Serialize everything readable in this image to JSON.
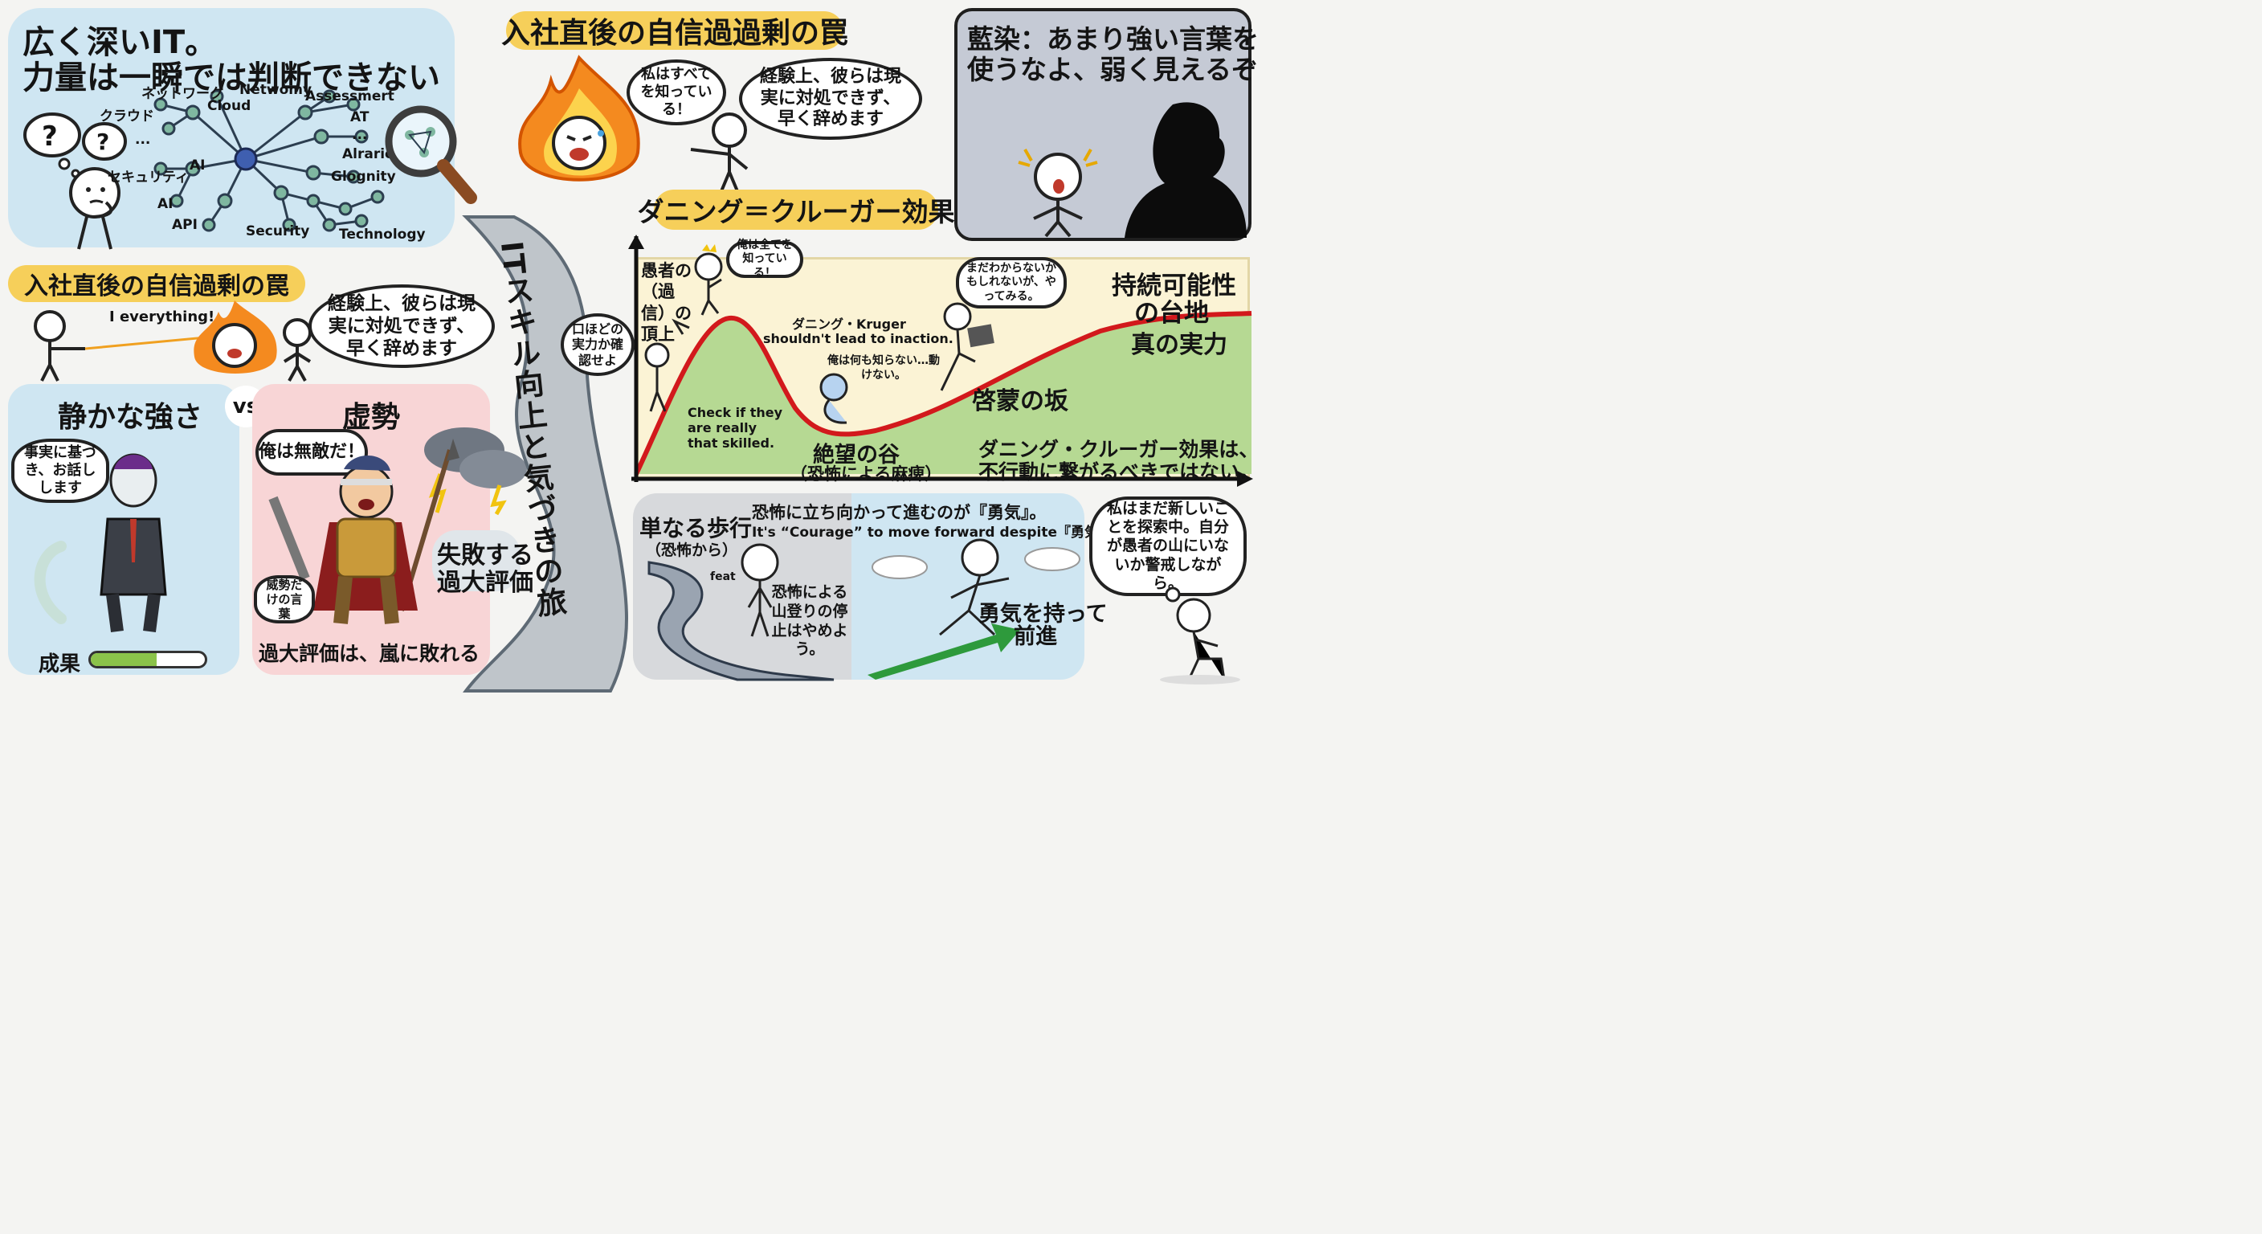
{
  "panel_it": {
    "title_line1": "広く深いIT。",
    "title_line2": "力量は一瞬では判断できない",
    "q1": "?",
    "q2": "?",
    "network_labels": [
      {
        "id": "net-network",
        "text": "ネットワーク"
      },
      {
        "id": "net-netwomy",
        "text": "Netwomy"
      },
      {
        "id": "net-assessmert",
        "text": "Assessmert"
      },
      {
        "id": "net-cloud-jp",
        "text": "クラウド"
      },
      {
        "id": "net-cloud",
        "text": "Cloud"
      },
      {
        "id": "net-at",
        "text": "AT"
      },
      {
        "id": "net-dots1",
        "text": "..."
      },
      {
        "id": "net-dots2",
        "text": "..."
      },
      {
        "id": "net-alraric",
        "text": "Alraric"
      },
      {
        "id": "net-security-jp",
        "text": "セキュリティ"
      },
      {
        "id": "net-ai1",
        "text": "AI"
      },
      {
        "id": "net-glognity",
        "text": "Glognity"
      },
      {
        "id": "net-ai2",
        "text": "AI"
      },
      {
        "id": "net-api",
        "text": "API"
      },
      {
        "id": "net-security",
        "text": "Security"
      },
      {
        "id": "net-technology",
        "text": "Technology"
      }
    ]
  },
  "top_middle": {
    "banner": "入社直後の自信過過剰の罠",
    "bubble_know": "私はすべてを知っている！",
    "bubble_quit": "経験上、彼らは現実に対処できず、早く辞めます"
  },
  "aizome": {
    "title_line1": "藍染：あまり強い言葉を",
    "title_line2": "使うなよ、弱く見えるぞ"
  },
  "left_mid": {
    "banner": "入社直後の自信過剰の罠",
    "speech_i": "I everything!",
    "bubble_quit": "経験上、彼らは現実に対処できず、早く辞めます"
  },
  "quiet": {
    "title": "静かな強さ",
    "bubble": "事実に基づき、お話しします",
    "result_label": "成果",
    "result_progress": 0.58
  },
  "vs": "vs",
  "bluff": {
    "title": "虚勢",
    "bubble_invincible": "俺は無敵だ！",
    "bubble_words": "威勢だけの言葉",
    "failure_line1": "失敗する",
    "failure_line2": "過大評価",
    "caption": "過大評価は、嵐に敗れる"
  },
  "journey": "ITスキル向上と気づきの旅",
  "dk": {
    "banner": "ダニング＝クルーガー効果",
    "peak_label": "愚者の（過信）の頂上",
    "bubble_peak": "俺は全てを知っている！",
    "bubble_check": "口ほどの実力か確認せよ",
    "check_en": "Check if they are really that skilled.",
    "dk_en_line1": "ダニング・Kruger",
    "dk_en_line2": "shouldn't lead to inaction.",
    "valley_thought": "俺は何も知らない…動けない。",
    "valley_title": "絶望の谷",
    "valley_sub": "（恐怖による麻痺）",
    "bubble_try": "まだわからないかもしれないが、やってみる。",
    "slope_label": "啓蒙の坂",
    "plateau_line1": "持続可能性",
    "plateau_line2": "の台地",
    "true_skill": "真の実力",
    "jp_line1": "ダニング・クルーガー効果は、",
    "jp_line2": "不行動に繋がるべきではない。"
  },
  "courage": {
    "walk_title": "単なる歩行",
    "walk_sub": "（恐怖から）",
    "feat": "feat",
    "stop_text": "恐怖による山登りの停止はやめよう。",
    "courage_jp": "恐怖に立ち向かって進むのが『勇気』。",
    "courage_en": "It's “Courage” to move forward despite『勇気』。",
    "forward_line1": "勇気を持って",
    "forward_line2": "前進"
  },
  "explore_bubble": "私はまだ新しいことを探索中。自分が愚者の山にいないか警戒しながら。",
  "colors": {
    "panel_blue": "#cfe6f2",
    "panel_pink": "#f8d5d6",
    "banner_yellow": "#f6cf5a",
    "curve_red": "#d2191c",
    "area_green": "#b6d993",
    "chart_bg_cream": "#fbf3d5",
    "aizome_grey": "#c5cad5",
    "progress_green": "#8bc34a"
  }
}
